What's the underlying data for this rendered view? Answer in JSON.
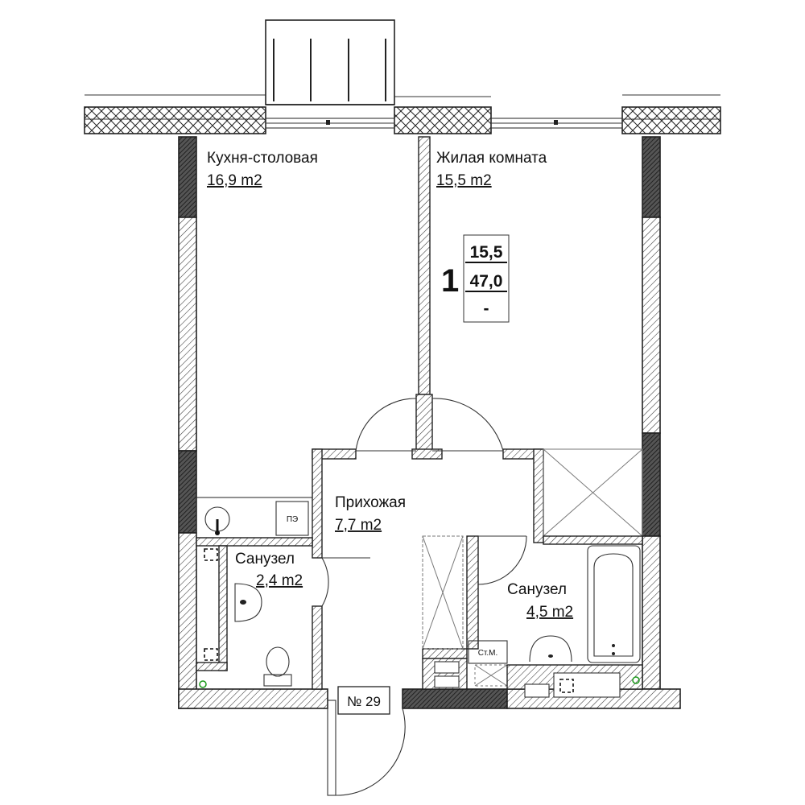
{
  "rooms": {
    "kitchen": {
      "name": "Кухня-столовая",
      "area": "16,9 m2"
    },
    "living": {
      "name": "Жилая комната",
      "area": "15,5 m2"
    },
    "hall": {
      "name": "Прихожая",
      "area": "7,7 m2"
    },
    "bath_small": {
      "name": "Санузел",
      "area": "2,4 m2"
    },
    "bath_large": {
      "name": "Санузел",
      "area": "4,5 m2"
    }
  },
  "badge": {
    "rooms_count": "1",
    "living_area": "15,5",
    "total_area": "47,0",
    "extra": "-"
  },
  "apartment_label": "№ 29",
  "appliances": {
    "stove_label": "ПЭ",
    "washer_label": "Ст.М."
  },
  "colors": {
    "wall_line": "#222222",
    "wall_dark": "#444444",
    "vent_marker": "#1a9a1a"
  }
}
